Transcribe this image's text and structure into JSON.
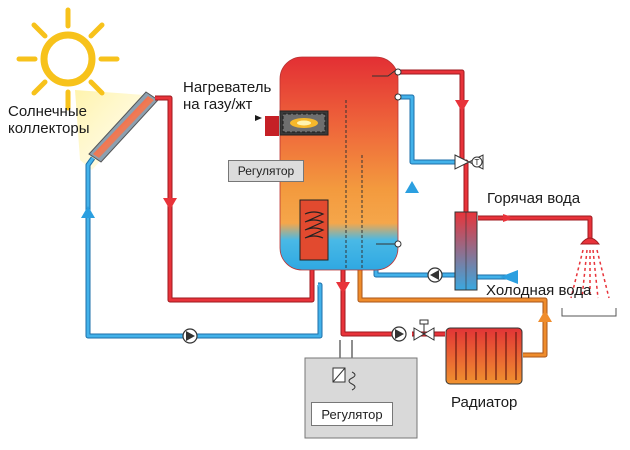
{
  "labels": {
    "solar_collectors_line1": "Солнечные",
    "solar_collectors_line2": "коллекторы",
    "heater_line1": "Нагреватель",
    "heater_line2": "на газу/жт",
    "regulator_tank": "Регулятор",
    "regulator_bottom": "Регулятор",
    "hot_water": "Горячая вода",
    "cold_water": "Холодная вода",
    "radiator": "Радиатор",
    "thermo_valve_symbol": "T"
  },
  "colors": {
    "hot_pipe": "#e3262e",
    "cold_pipe": "#2b9fe0",
    "heating_pipe": "#e8882a",
    "sun": "#f7c21b",
    "tank_top": "#e8363a",
    "tank_mid": "#f28a3a",
    "tank_bottom": "#3cb7ea",
    "regulator_box": "#dcdcdc"
  }
}
